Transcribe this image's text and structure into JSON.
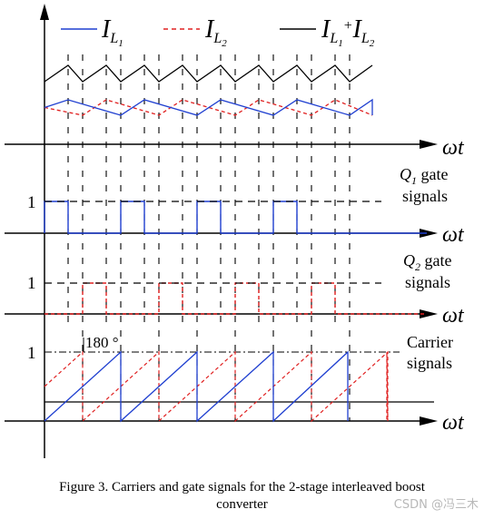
{
  "legend": {
    "il1": {
      "main": "I",
      "sub": "L",
      "subsub": "1"
    },
    "il2": {
      "main": "I",
      "sub": "L",
      "subsub": "2"
    },
    "sum": {
      "main1": "I",
      "sub1": "L",
      "subsub1": "1",
      "plus": "+",
      "main2": "I",
      "sub2": "L",
      "subsub2": "2"
    }
  },
  "axis_label": "ωt",
  "panel_labels": {
    "q1_line1_q": "Q",
    "q1_line1_sub": "1",
    "q1_line1_rest": " gate",
    "q1_line2": "signals",
    "q2_line1_q": "Q",
    "q2_line1_sub": "2",
    "q2_line1_rest": " gate",
    "q2_line2": "signals",
    "carrier_line1": "Carrier",
    "carrier_line2": "signals"
  },
  "level_one": "1",
  "phase_label": "180 °",
  "caption": {
    "line1": "Figure 3.    Carriers and gate signals for the 2-stage interleaved boost",
    "line2": "converter"
  },
  "watermark": "CSDN @冯三木",
  "colors": {
    "il1": "#1f3fd0",
    "il2": "#e02020",
    "sum": "#000000",
    "axes": "#000000"
  }
}
